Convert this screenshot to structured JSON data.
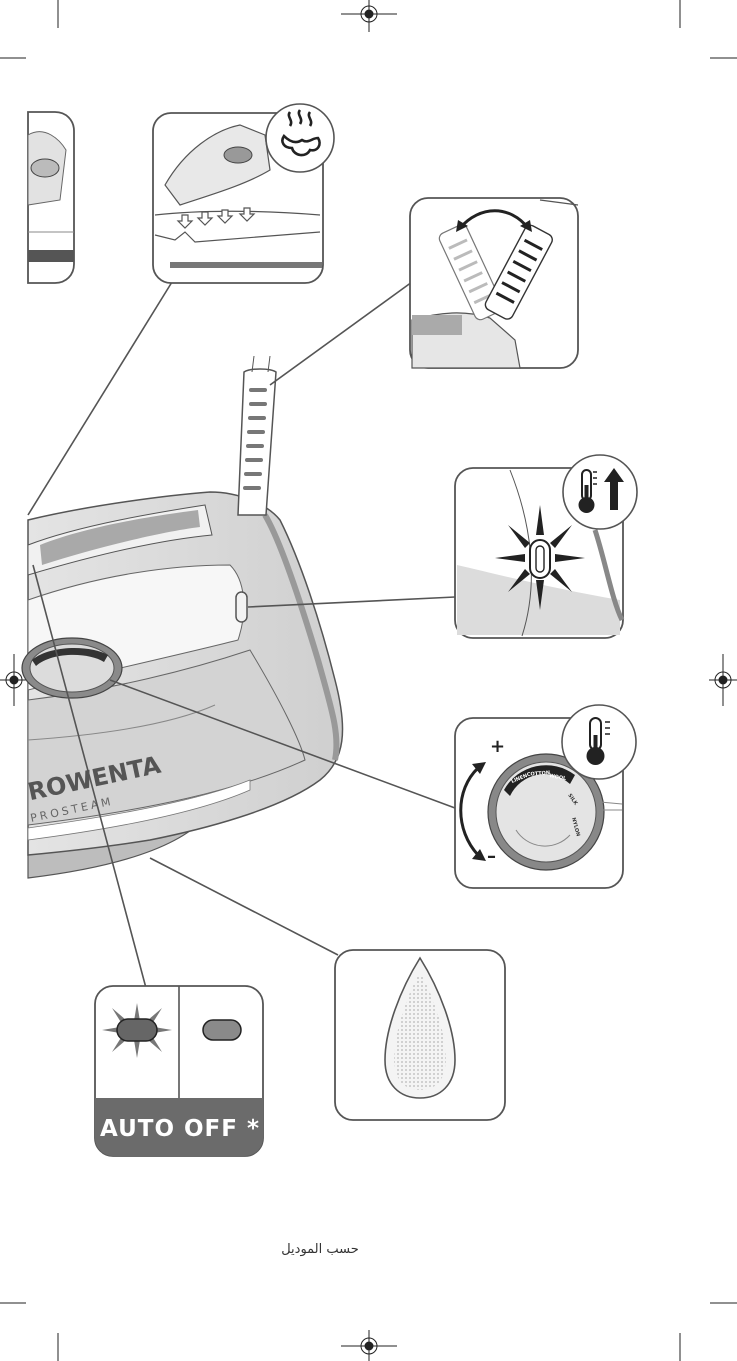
{
  "colors": {
    "outline": "#555555",
    "panel_fill": "#ffffff",
    "light_gray": "#dcdcdc",
    "mid_gray": "#a9a9a9",
    "dark_gray": "#6d6d6d",
    "badge_fill": "#6b6b6b",
    "text_white": "#ffffff"
  },
  "icons": [
    "steam-icon",
    "thermometer-up-icon",
    "thermometer-icon",
    "light-burst-icon",
    "double-arrow-icon"
  ],
  "brand_logo_text": "ROWENTA",
  "brand_sub_text": "PROSTEAM",
  "dial": {
    "labels": [
      "LINEN",
      "COTTON",
      "WOOL",
      "SILK",
      "NYLON"
    ],
    "plus_sign": "+",
    "minus_sign": "–"
  },
  "auto_off": {
    "label": "AUTO OFF *"
  },
  "footnote": "حسب الموديل"
}
